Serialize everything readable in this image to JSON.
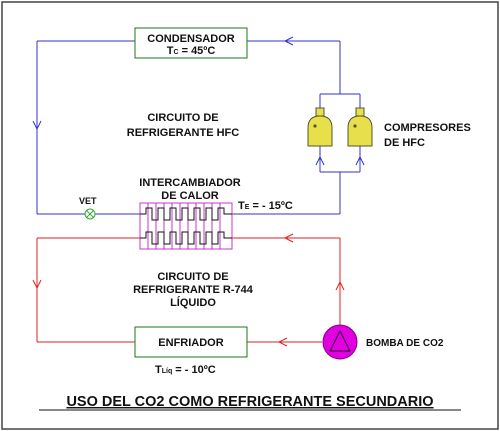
{
  "colors": {
    "hfc_line": "#3333cc",
    "co2_line": "#dd2222",
    "box_border": "#1a7a1a",
    "box_fill": "#ffffff",
    "exchanger_border": "#cc33cc",
    "compressor_fill": "#e8e04a",
    "compressor_border": "#555533",
    "pump_fill": "#e000e0",
    "valve": "#33aa33",
    "frame": "#444444"
  },
  "hfc_circuit": {
    "condenser_label": "CONDENSADOR",
    "condenser_temp_symbol": "T",
    "condenser_temp_sub": "C",
    "condenser_temp_value": " =  45ºC",
    "circuit_label_line1": "CIRCUITO DE",
    "circuit_label_line2": "REFRIGERANTE HFC",
    "compressors_label_line1": "COMPRESORES",
    "compressors_label_line2": "DE HFC",
    "valve_label": "VET"
  },
  "exchanger": {
    "label_line1": "INTERCAMBIADOR",
    "label_line2": "DE CALOR",
    "evap_temp_symbol": "T",
    "evap_temp_sub": "E",
    "evap_temp_value": " = - 15ºC"
  },
  "co2_circuit": {
    "circuit_label_line1": "CIRCUITO DE",
    "circuit_label_line2": "REFRIGERANTE R-744",
    "circuit_label_line3": "LÍQUIDO",
    "cooler_label": "ENFRIADOR",
    "pump_label": "BOMBA DE CO2",
    "liquid_temp_symbol": "T",
    "liquid_temp_sub": "Líq",
    "liquid_temp_value": " = - 10ºC"
  },
  "title": "USO DEL CO2 COMO REFRIGERANTE SECUNDARIO"
}
